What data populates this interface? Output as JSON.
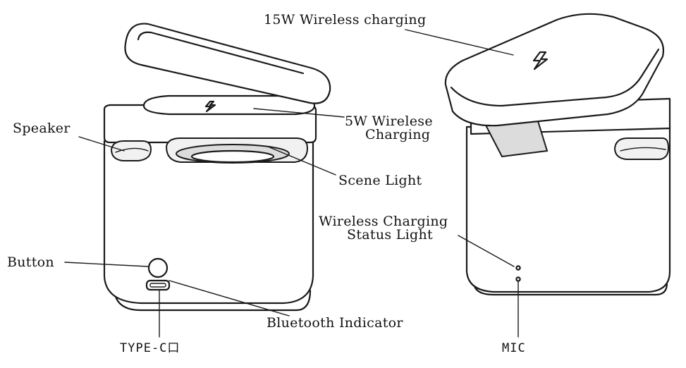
{
  "labels": {
    "wireless_15w": "15W Wireless charging",
    "wireless_5w_line1": "5W Wirelese",
    "wireless_5w_line2": "Charging",
    "speaker": "Speaker",
    "scene_light": "Scene Light",
    "status_light_line1": "Wireless Charging",
    "status_light_line2": "Status Light",
    "button": "Button",
    "bluetooth_indicator": "Bluetooth Indicator",
    "type_c": "TYPE-C口",
    "mic": "MIC"
  },
  "colors": {
    "line": "#1a1a1a",
    "background": "#ffffff"
  },
  "icons": {
    "charging": "lightning-bolt-icon"
  }
}
